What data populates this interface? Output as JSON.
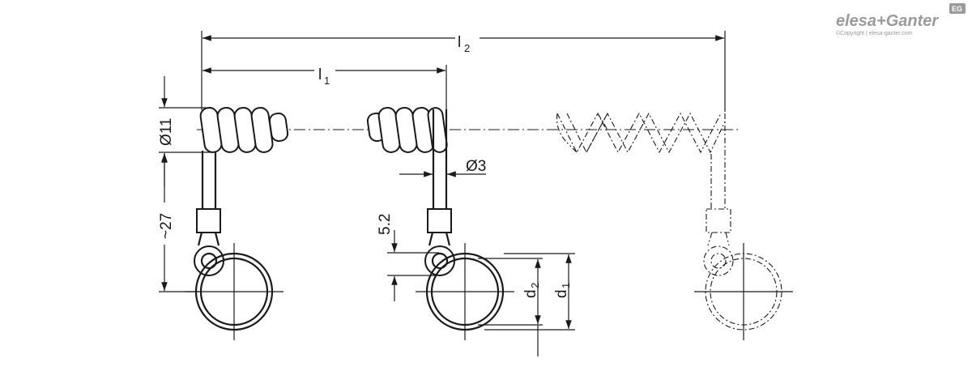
{
  "logo": {
    "brand": "elesa+Ganter",
    "badge": "EG",
    "copyright": "©Copyright | elesa-ganter.com"
  },
  "dimensions": {
    "l2": {
      "main": "l",
      "sub": "2"
    },
    "l1": {
      "main": "l",
      "sub": "1"
    },
    "coil_diameter": "Ø11",
    "wire_diameter": "Ø3",
    "cable_length": "~27",
    "eyelet_offset": "5.2",
    "d2": {
      "main": "d",
      "sub": "2"
    },
    "d1": {
      "main": "d",
      "sub": "1"
    }
  },
  "colors": {
    "line": "#1a1a1a",
    "logo": "#9a9a9a"
  }
}
